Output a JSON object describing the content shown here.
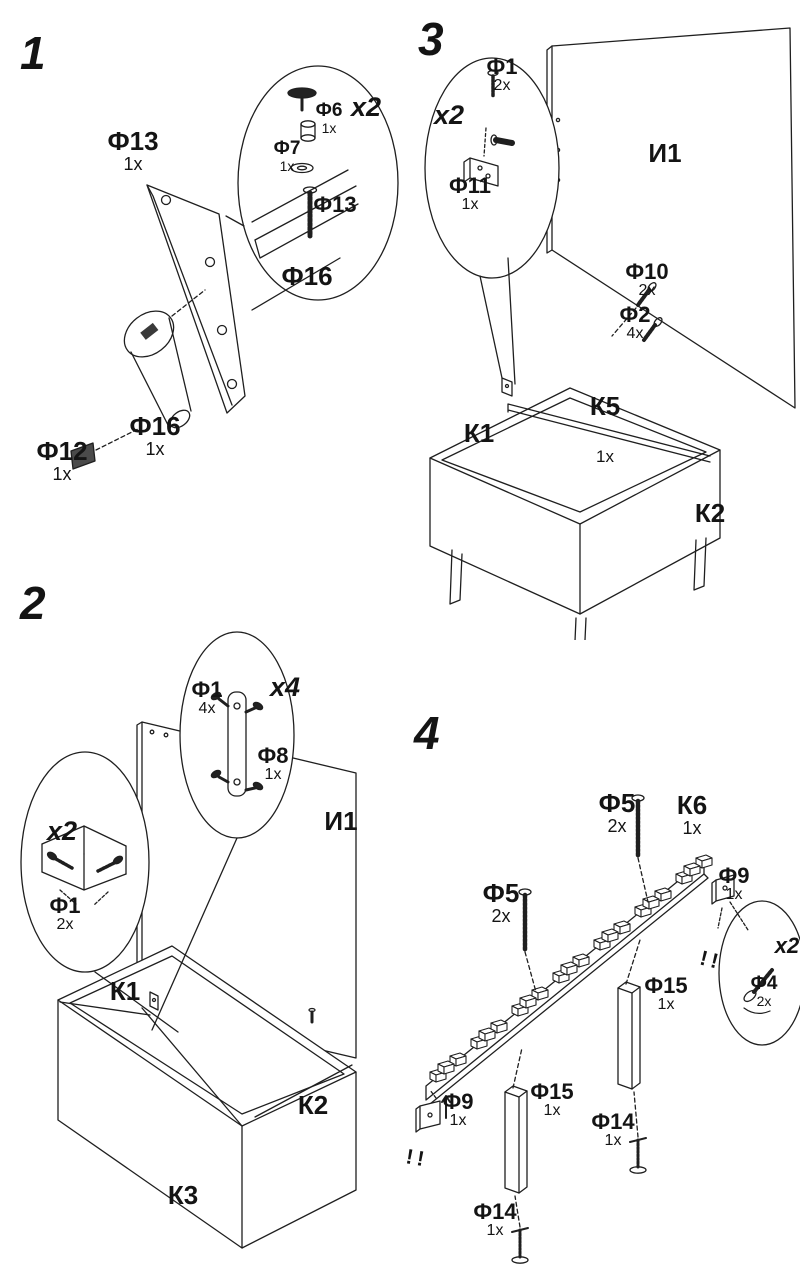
{
  "page": {
    "background": "#ffffff",
    "line_color": "#1f1f1f"
  },
  "steps": {
    "step1": {
      "number": "1",
      "parts": {
        "f13": {
          "name": "Ф13",
          "count": "1x"
        },
        "f16": {
          "name": "Ф16",
          "count": "1x"
        },
        "f12": {
          "name": "Ф12",
          "count": "1x"
        }
      },
      "zoom": {
        "multiplier": "x2",
        "parts": {
          "f6": {
            "name": "Ф6",
            "count": "1x"
          },
          "f7": {
            "name": "Ф7",
            "count": "1x"
          },
          "f13": {
            "name": "Ф13"
          },
          "f16": {
            "name": "Ф16"
          }
        }
      }
    },
    "step2": {
      "number": "2",
      "parts": {
        "i1": {
          "name": "И1"
        },
        "k1": {
          "name": "К1"
        },
        "k2": {
          "name": "К2"
        },
        "k3": {
          "name": "К3"
        }
      },
      "zoom_bracket": {
        "multiplier": "x4",
        "parts": {
          "f1": {
            "name": "Ф1",
            "count": "4x"
          },
          "f8": {
            "name": "Ф8",
            "count": "1x"
          }
        }
      },
      "zoom_corner": {
        "multiplier": "x2",
        "parts": {
          "f1": {
            "name": "Ф1",
            "count": "2x"
          }
        }
      }
    },
    "step3": {
      "number": "3",
      "parts": {
        "i1": {
          "name": "И1"
        },
        "k1": {
          "name": "К1"
        },
        "k2": {
          "name": "К2"
        },
        "k5": {
          "name": "К5",
          "count": "1x"
        },
        "f10": {
          "name": "Ф10",
          "count": "2x"
        },
        "f2": {
          "name": "Ф2",
          "count": "4x"
        }
      },
      "zoom": {
        "multiplier": "x2",
        "parts": {
          "f1": {
            "name": "Ф1",
            "count": "2x"
          },
          "f11": {
            "name": "Ф11",
            "count": "1x"
          }
        }
      }
    },
    "step4": {
      "number": "4",
      "parts": {
        "k6": {
          "name": "К6",
          "count": "1x"
        },
        "f5_top": {
          "name": "Ф5",
          "count": "2x"
        },
        "f5_left": {
          "name": "Ф5",
          "count": "2x"
        },
        "f9_right": {
          "name": "Ф9",
          "count": "1x"
        },
        "f9_left": {
          "name": "Ф9",
          "count": "1x"
        },
        "f15_right": {
          "name": "Ф15",
          "count": "1x"
        },
        "f15_left": {
          "name": "Ф15",
          "count": "1x"
        },
        "f14_right": {
          "name": "Ф14",
          "count": "1x"
        },
        "f14_left": {
          "name": "Ф14",
          "count": "1x"
        }
      },
      "zoom": {
        "multiplier": "x2",
        "parts": {
          "f4": {
            "name": "Ф4",
            "count": "2x"
          }
        }
      },
      "warnings": {
        "marks": "!!"
      }
    }
  }
}
